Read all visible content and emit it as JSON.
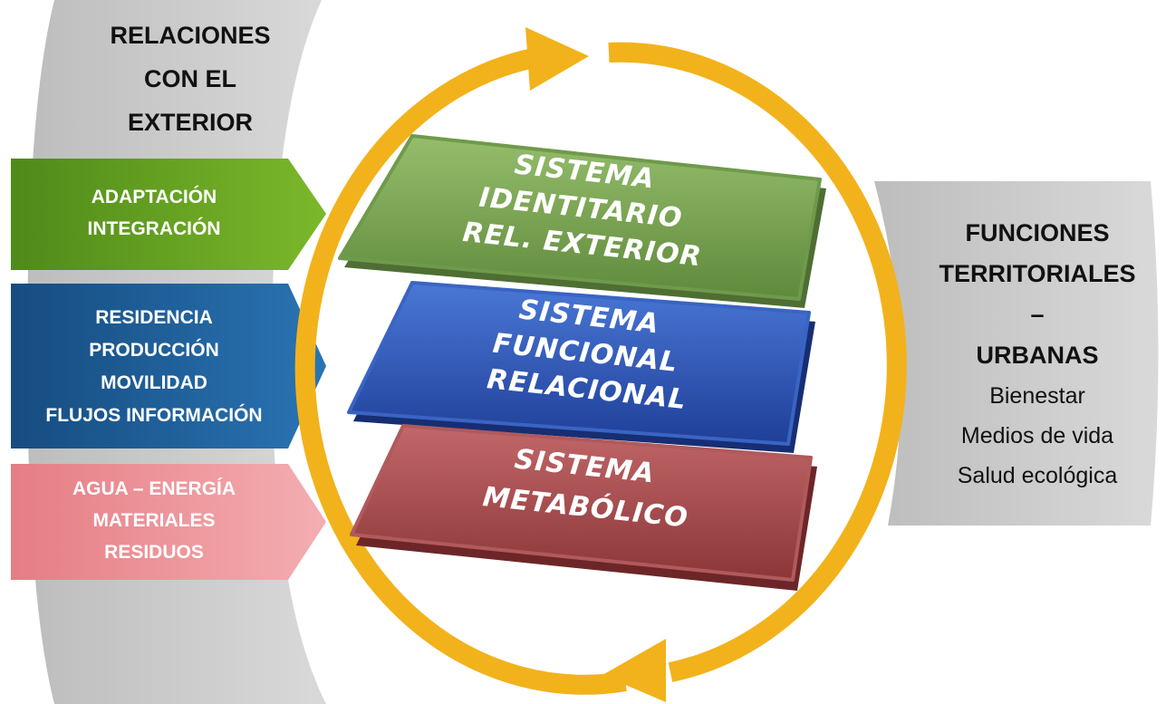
{
  "left_panel": {
    "title_lines": [
      "RELACIONES",
      "CON EL",
      "EXTERIOR"
    ],
    "arrows": [
      {
        "lines": [
          "ADAPTACIÓN",
          "INTEGRACIÓN"
        ],
        "color": "#5f9a1c"
      },
      {
        "lines": [
          "RESIDENCIA",
          "PRODUCCIÓN",
          "MOVILIDAD",
          "FLUJOS INFORMACIÓN"
        ],
        "color": "#1d5d94"
      },
      {
        "lines": [
          "AGUA – ENERGÍA",
          "MATERIALES",
          "RESIDUOS"
        ],
        "color": "#e8868b"
      }
    ]
  },
  "systems": [
    {
      "lines": [
        "SISTEMA",
        "IDENTITARIO",
        "REL. EXTERIOR"
      ],
      "color": "#7aa356"
    },
    {
      "lines": [
        "SISTEMA",
        "FUNCIONAL",
        "RELACIONAL"
      ],
      "color": "#2c55b5"
    },
    {
      "lines": [
        "SISTEMA",
        "METABÓLICO"
      ],
      "color": "#a5494a"
    }
  ],
  "right_panel": {
    "title_lines": [
      "FUNCIONES",
      "TERRITORIALES",
      "–",
      "URBANAS"
    ],
    "items": [
      "Bienestar",
      "Medios de vida",
      "Salud ecológica"
    ]
  },
  "colors": {
    "cycle_arrow": "#f2b21b",
    "panel_gray": "#c9c9c9"
  }
}
